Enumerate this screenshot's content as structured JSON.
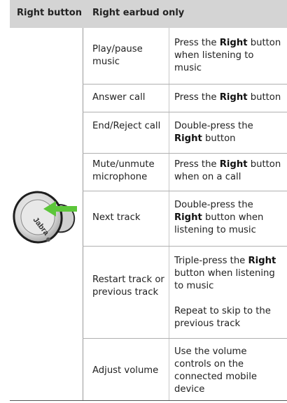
{
  "header": {
    "col1": "Right button",
    "col2": "Right earbud only"
  },
  "earbud": {
    "brand": "Jabra",
    "icon": "right-earbud-arrow-icon",
    "arrow_color": "#5cc63a"
  },
  "rows": [
    {
      "action": "Play/pause music",
      "d1": "Press the ",
      "b1": "Right",
      "d2": " button when listening to music"
    },
    {
      "action": "Answer call",
      "d1": "Press the ",
      "b1": "Right",
      "d2": " button"
    },
    {
      "action": "End/Reject call",
      "d1": "Double-press the ",
      "b1": "Right",
      "d2": " button"
    },
    {
      "action": "Mute/unmute microphone",
      "d1": "Press the ",
      "b1": "Right",
      "d2": " button when on a call"
    },
    {
      "action": "Next track",
      "d1": "Double-press the ",
      "b1": "Right",
      "d2": " button when listening to music"
    },
    {
      "action": "Restart track or previous track",
      "d1": "Triple-press the ",
      "b1": "Right",
      "d2": " button when listening to music",
      "d3": "Repeat to skip to the previous track"
    },
    {
      "action": "Adjust volume",
      "d1": "Use the volume controls on the connected mobile device"
    }
  ]
}
